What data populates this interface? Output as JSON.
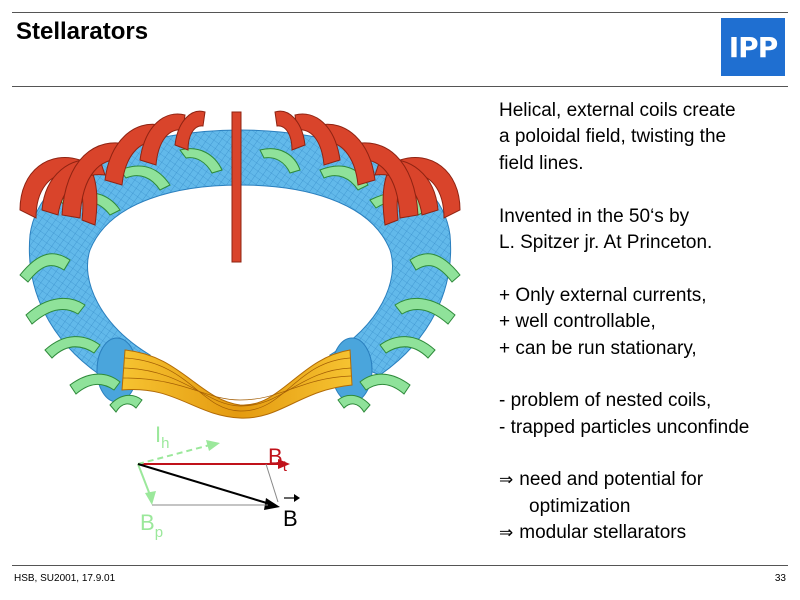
{
  "slide": {
    "title": "Stellarators",
    "logo_text": "IPP",
    "page_number": "33"
  },
  "text_lines": [
    {
      "text": "Helical, external coils create"
    },
    {
      "text": "a poloidal field, twisting the"
    },
    {
      "text": "field lines."
    },
    {
      "text": ""
    },
    {
      "text": "Invented in the 50‘s by"
    },
    {
      "text": "L. Spitzer jr. At Princeton."
    },
    {
      "text": ""
    },
    {
      "text": "+ Only external currents,"
    },
    {
      "text": "+ well controllable,"
    },
    {
      "text": "+ can be run stationary,"
    },
    {
      "text": ""
    },
    {
      "text": "- problem of nested coils,"
    },
    {
      "text": "- trapped particles unconfinde"
    },
    {
      "text": ""
    },
    {
      "text": "need and potential for",
      "arrow": "⇒"
    },
    {
      "text": "optimization",
      "indent": true
    },
    {
      "text": "modular stellarators",
      "arrow": "⇒"
    }
  ],
  "vector_diagram": {
    "ih_main": "I",
    "ih_sub": "h",
    "bt_main": "B",
    "bt_sub": "t",
    "b_main": "B",
    "bp_main": "B",
    "bp_sub": "p"
  },
  "footer": {
    "left": "HSB, SU2001, 17.9.01"
  },
  "colors": {
    "coil_red": "#d9442b",
    "plasma_blue": "#5fb8ea",
    "helix_green": "#8fe29a",
    "field_line_gold": "#f2b21c",
    "ih_green": "#9be89b",
    "bt_red": "#c0111a",
    "logo_blue": "#1f6fd1"
  }
}
